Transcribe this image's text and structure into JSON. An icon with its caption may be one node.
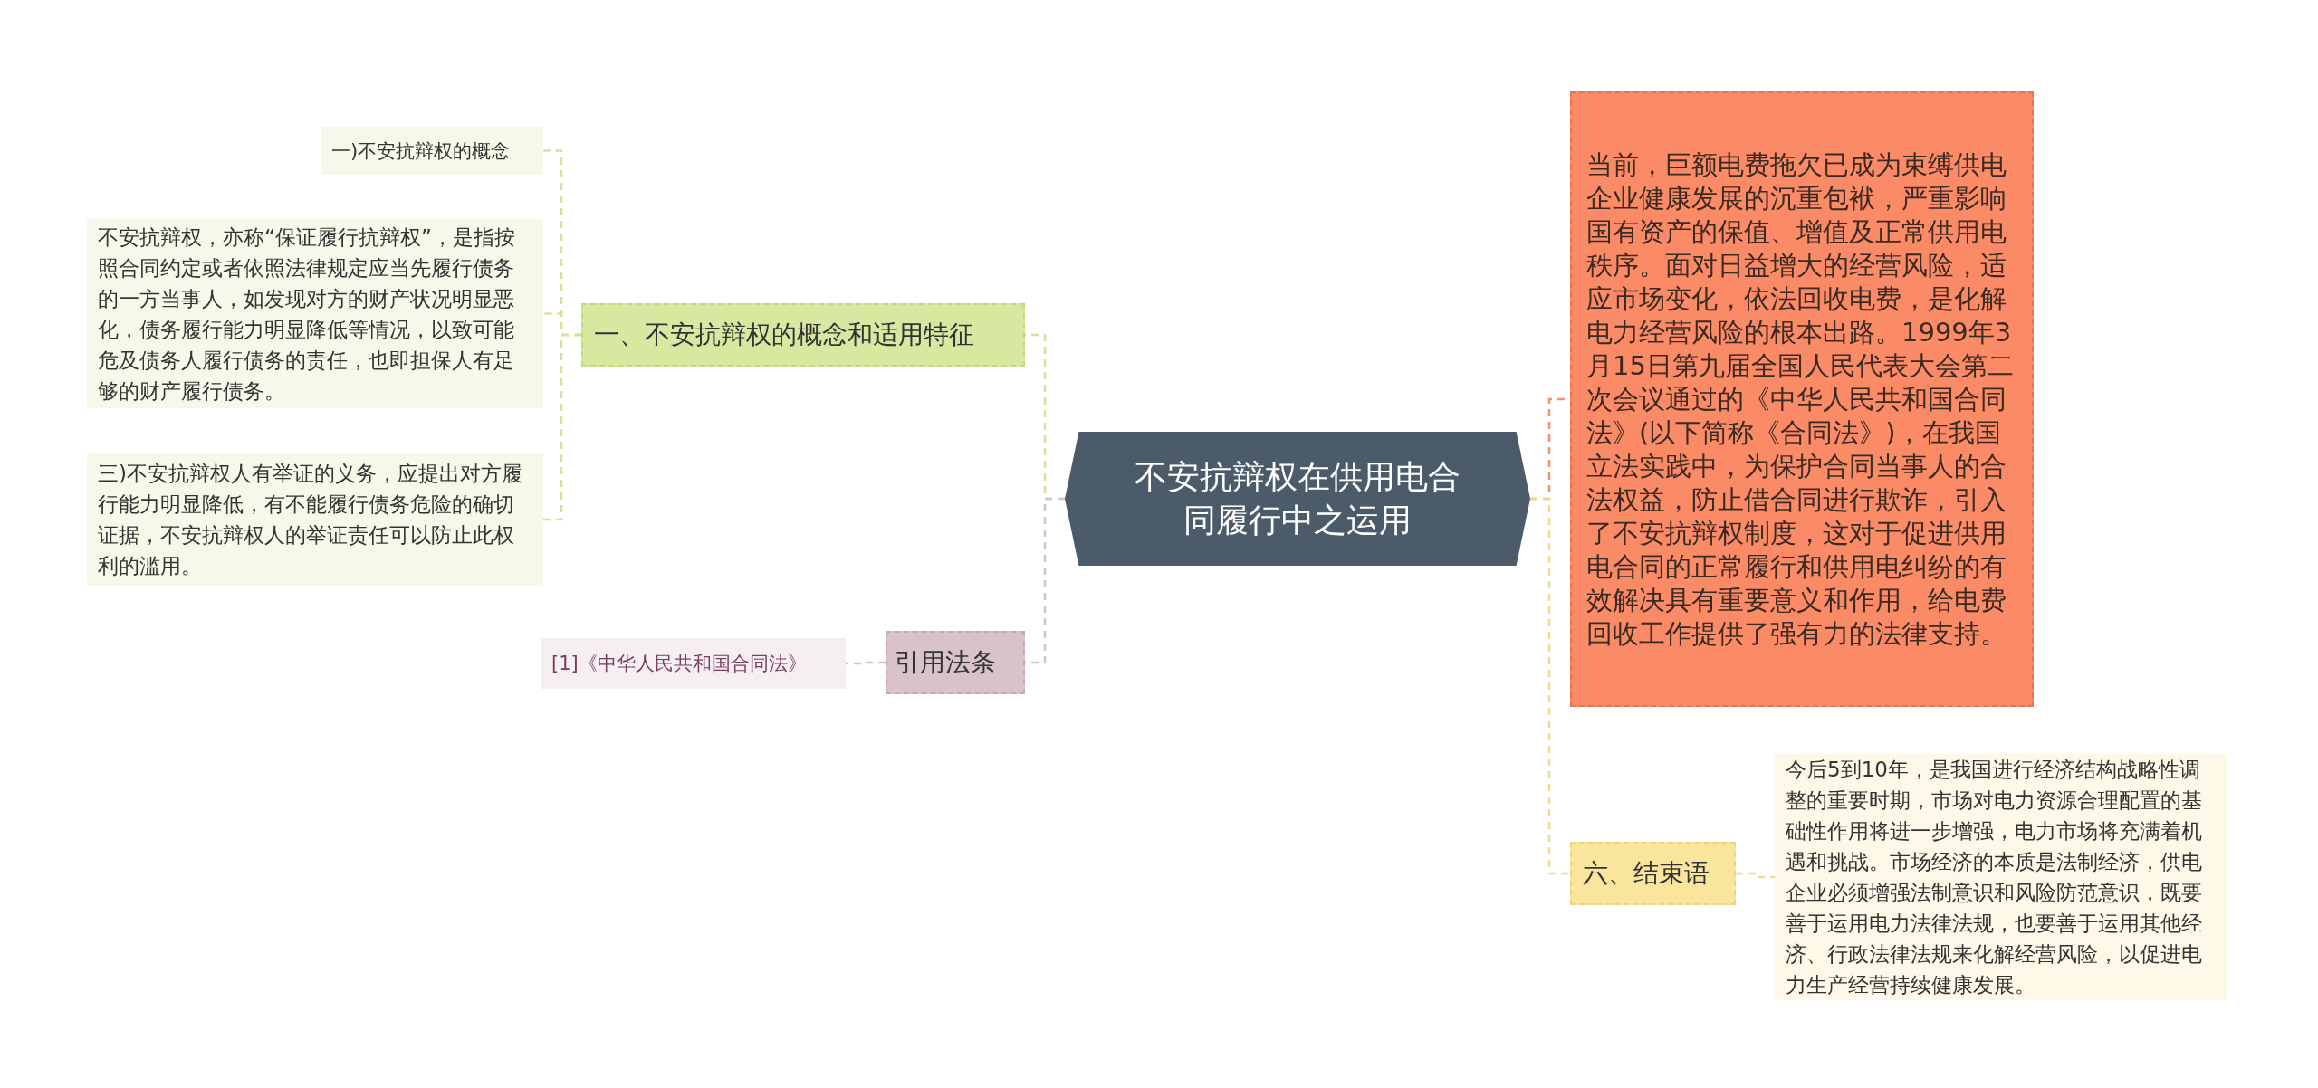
{
  "diagram": {
    "nodes": [
      {
        "text": [
          "不安抗辩权在供用电合同履行中之运用"
        ]
      },
      {
        "text": [
          "一、不安抗辩权的概念和适用特征"
        ]
      },
      {
        "text": [
          "一)不安抗辩权的概念"
        ]
      },
      {
        "text": [
          "不安抗辩权，亦称“保证履行抗辩权”，是指按照合同约定或者依照法律规定应当先履行债务的一方当事人，如发现对方的财产状况明显恶化，债务履行能力明显降低等情况，以致可能危及债务人履行债务的责任，也即担保人有足够的财产履行债务。"
        ]
      },
      {
        "text": [
          "三)不安抗辩权人有举证的义务，应提出对方履行能力明显降低，有不能履行债务危险的确切证据，不安抗辩权人的举证责任可以防止此权利的滥用。"
        ]
      },
      {
        "text": [
          "引用法条"
        ]
      },
      {
        "text": [
          "[1]《中华人民共和国合同法》"
        ]
      },
      {
        "text": [
          "当前，巨额电费拖欠已成为束缚供电企业健康发展的沉重包袱，严重影响国有资产的保值、增值及正常供用电秩序。面对日益增大的经营风险，适应市场变化，依法回收电费，是化解电力经营风险的根本出路。1999年3月15日第九届全国人民代表大会第二次会议通过的《中华人民共和国合同法》(以下简称《合同法》)，在我国立法实践中，为保护合同当事人的合法权益，防止借合同进行欺诈，引入了不安抗辩权制度，这对于促进供用电合同的正常履行和供用电纠纷的有效解决具有重要意义和作用，给电费回收工作提供了强有力的法律支持。"
        ]
      },
      {
        "text": [
          "六、结束语"
        ]
      },
      {
        "text": [
          "今后5到10年，是我国进行经济结构战略性调整的重要时期，市场对电力资源合理配置的基础性作用将进一步增强，电力市场将充满着机遇和挑战。市场经济的本质是法制经济，供电企业必须增强法制意识和风险防范意识，既要善于运用电力法律法规，也要善于运用其他经济、行政法律法规来化解经营风险，以促进电力生产经营持续健康发展。"
        ]
      }
    ],
    "edges": [
      {
        "from": 0,
        "to": 1,
        "arrow": "none",
        "style": "dashed",
        "color": "#d3e39a"
      },
      {
        "from": 0,
        "to": 5,
        "arrow": "none",
        "style": "dashed",
        "color": "#d6c2cc"
      },
      {
        "from": 0,
        "to": 7,
        "arrow": "none",
        "style": "dashed",
        "color": "#f3916f"
      },
      {
        "from": 0,
        "to": 8,
        "arrow": "none",
        "style": "dashed",
        "color": "#f0dc8a"
      },
      {
        "from": 1,
        "to": 2,
        "arrow": "none",
        "style": "dashed",
        "color": "#d3e39a"
      },
      {
        "from": 1,
        "to": 3,
        "arrow": "none",
        "style": "dashed",
        "color": "#d3e39a"
      },
      {
        "from": 1,
        "to": 4,
        "arrow": "none",
        "style": "dashed",
        "color": "#d3e39a"
      },
      {
        "from": 5,
        "to": 6,
        "arrow": "none",
        "style": "dashed",
        "color": "#d6c2cc"
      },
      {
        "from": 8,
        "to": 9,
        "arrow": "none",
        "style": "dashed",
        "color": "#f0dc8a"
      }
    ]
  }
}
